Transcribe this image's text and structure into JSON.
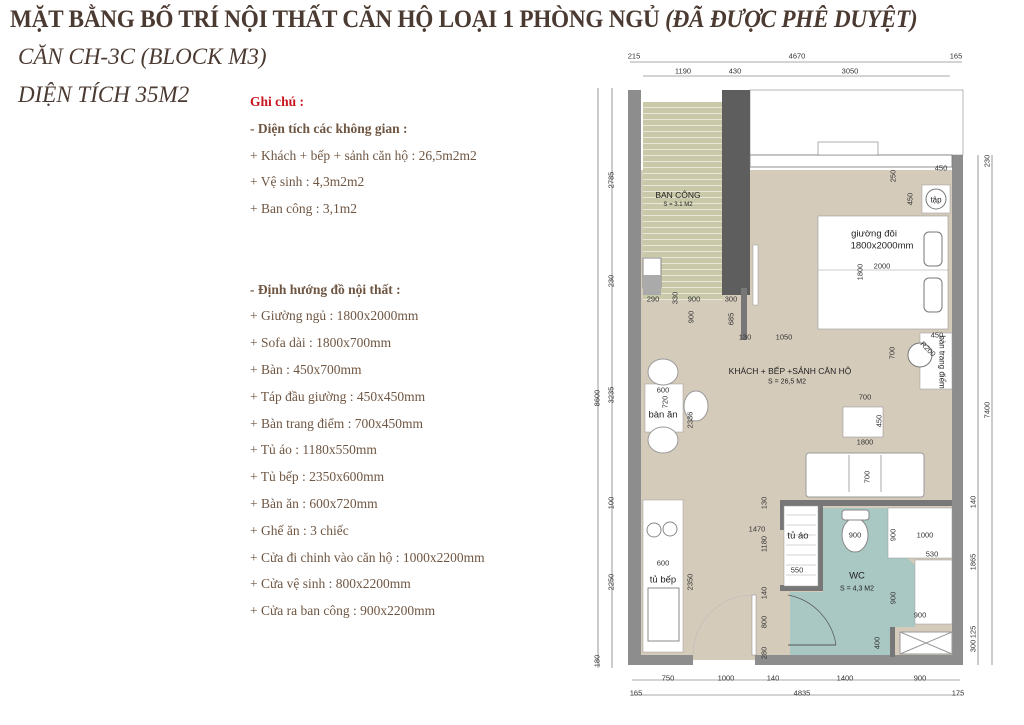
{
  "header": {
    "title": "MẶT BẰNG BỐ TRÍ NỘI THẤT CĂN HỘ LOẠI 1 PHÒNG NGỦ",
    "title_status": "(ĐÃ ĐƯỢC PHÊ DUYỆT)",
    "unit": "CĂN CH-3C (BLOCK M3)",
    "area": "DIỆN TÍCH 35M2"
  },
  "notes": {
    "heading": "Ghi chú :",
    "areas_heading": "- Diện tích các không gian :",
    "areas": [
      "+ Khách + bếp + sảnh căn hộ : 26,5m2m2",
      "+ Vệ sinh : 4,3m2m2",
      "+ Ban công : 3,1m2"
    ],
    "furniture_heading": "- Định hướng đồ nội thất :",
    "furniture": [
      "+ Giường ngủ : 1800x2000mm",
      "+ Sofa dài : 1800x700mm",
      "+ Bàn : 450x700mm",
      "+ Táp đầu giường : 450x450mm",
      "+ Bàn trang điểm : 700x450mm",
      "+ Tủ áo : 1180x550mm",
      "+ Tủ bếp : 2350x600mm",
      "+ Bàn ăn : 600x720mm",
      "+ Ghế ăn : 3 chiếc",
      "+ Cửa đi chinh vào căn hộ : 1000x2200mm",
      "+ Cửa vệ sinh : 800x2200mm",
      "+ Cửa ra ban công : 900x2200mm"
    ]
  },
  "plan": {
    "rooms": {
      "balcony": "BAN CÔNG",
      "balcony_area": "S = 3.1 M2",
      "living": "KHÁCH + BẾP +SẢNH CĂN HỘ",
      "living_area": "S = 26,5 M2",
      "wc": "WC",
      "wc_area": "S = 4,3 M2",
      "bed": "giường đôi",
      "bed_size": "1800x2000mm",
      "nightstand": "tập",
      "dresser": "bàn trang điểm",
      "dining": "bàn ăn",
      "wardrobe": "tủ áo",
      "kitchen": "tủ bếp"
    },
    "dims_top": [
      "215",
      "4670",
      "165",
      "1190",
      "430",
      "3050"
    ],
    "dims_left": [
      "2785",
      "230",
      "8600",
      "3235",
      "100",
      "2250",
      "180"
    ],
    "dims_right": [
      "230",
      "7400",
      "140",
      "1865",
      "125",
      "300"
    ],
    "dims_bottom": [
      "750",
      "1000",
      "140",
      "1400",
      "900",
      "165",
      "4835",
      "175"
    ],
    "dims_inner": [
      "250",
      "450",
      "450",
      "2000",
      "1800",
      "290",
      "330",
      "900",
      "300",
      "900",
      "685",
      "130",
      "1050",
      "450",
      "700",
      "R200",
      "600",
      "720",
      "2336",
      "700",
      "450",
      "1800",
      "700",
      "130",
      "1470",
      "1180",
      "900",
      "900",
      "1000",
      "530",
      "550",
      "600",
      "2350",
      "140",
      "900",
      "900",
      "800",
      "400",
      "280"
    ]
  },
  "colors": {
    "floor": "#d5cbbb",
    "balcony": "#c9c9a9",
    "wc": "#a9c7c3",
    "wall": "#8d8d8d",
    "title": "#4b3a31",
    "note_heading": "#c8141e"
  }
}
